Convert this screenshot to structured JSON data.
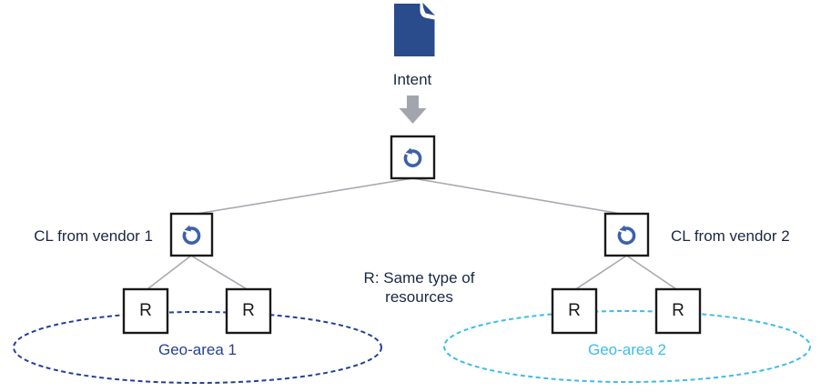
{
  "intent": {
    "label": "Intent"
  },
  "vendors": [
    {
      "label": "CL from vendor 1"
    },
    {
      "label": "CL from vendor 2"
    }
  ],
  "resources": {
    "symbol": "R"
  },
  "note": {
    "line1": "R: Same type of",
    "line2": "resources"
  },
  "geo_areas": [
    {
      "label": "Geo-area 1",
      "color": "#24409b"
    },
    {
      "label": "Geo-area 2",
      "color": "#3cbcec"
    }
  ],
  "colors": {
    "document_blue": "#2a4b8c",
    "loop_arrow_blue": "#3a62ab",
    "geo1_navy": "#24409b",
    "geo2_cyan": "#3cbcec",
    "connector_gray": "#a6aab0",
    "arrow_gray": "#a2a6ac",
    "box_border": "#1a1a1a",
    "text_dark": "#1a2742"
  }
}
